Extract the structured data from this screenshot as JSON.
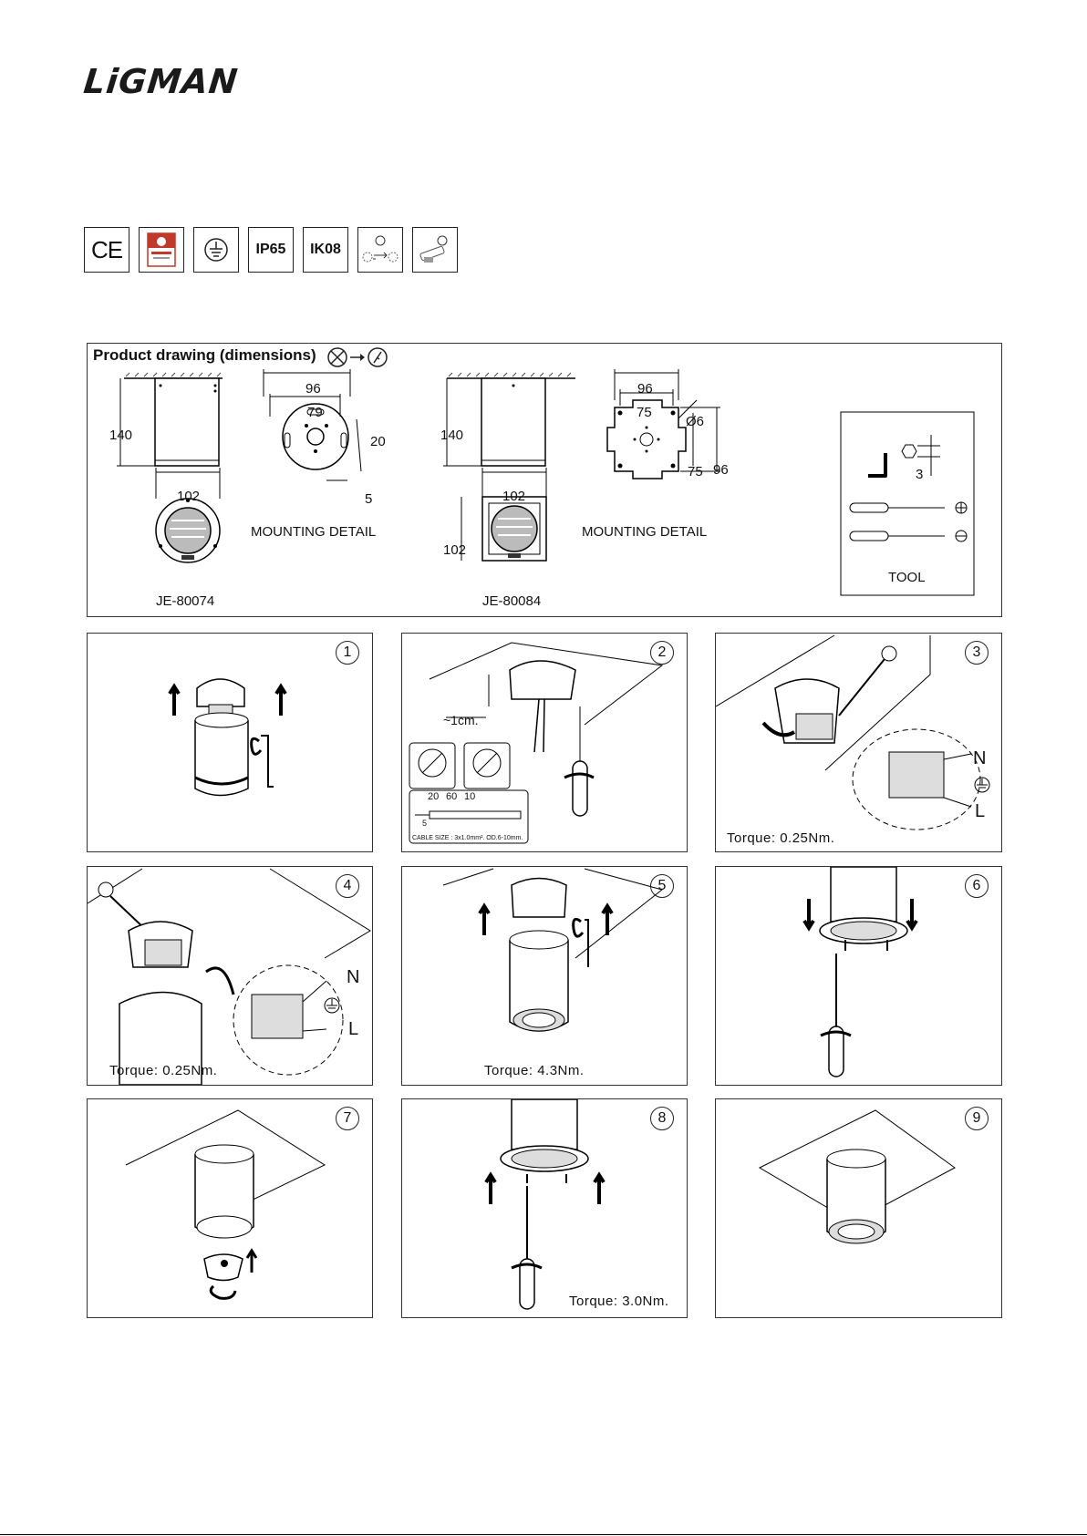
{
  "brand": {
    "logo_text": "LiGMAN"
  },
  "certifications": [
    {
      "label": "CE",
      "icon": "ce-mark-icon"
    },
    {
      "label": "",
      "icon": "quality-cert-icon"
    },
    {
      "label": "",
      "icon": "earth-ground-icon"
    },
    {
      "label": "IP65",
      "icon": "ip65-icon"
    },
    {
      "label": "IK08",
      "icon": "ik08-icon"
    },
    {
      "label": "",
      "icon": "interchangeable-lamp-icon"
    },
    {
      "label": "",
      "icon": "driver-icon"
    }
  ],
  "product_drawing": {
    "title": "Product drawing (dimensions)",
    "round_model": {
      "name": "JE-80074",
      "height": "140",
      "diameter": "102",
      "mount_outer": "96",
      "mount_inner": "79",
      "slot_width": "20",
      "slot_depth": "5",
      "mount_label": "MOUNTING DETAIL"
    },
    "square_model": {
      "name": "JE-80084",
      "height": "140",
      "width": "102",
      "depth": "102",
      "mount_outer": "96",
      "mount_inner": "75",
      "hole": "Ø6",
      "mount_v_inner": "75",
      "mount_v_outer": "96",
      "mount_label": "MOUNTING DETAIL"
    },
    "tool": {
      "label": "TOOL",
      "hex_size": "3"
    }
  },
  "steps": [
    {
      "num": "1",
      "torque": ""
    },
    {
      "num": "2",
      "torque": "",
      "gap": "~1cm.",
      "strip": [
        "20",
        "60",
        "10"
      ],
      "strip_small": "5",
      "cable": "CABLE SIZE : 3x1.0mm². OD.6-10mm."
    },
    {
      "num": "3",
      "torque": "Torque: 0.25Nm.",
      "labels": [
        "N",
        "L"
      ]
    },
    {
      "num": "4",
      "torque": "Torque: 0.25Nm.",
      "labels": [
        "N",
        "L"
      ]
    },
    {
      "num": "5",
      "torque": "Torque: 4.3Nm."
    },
    {
      "num": "6",
      "torque": ""
    },
    {
      "num": "7",
      "torque": ""
    },
    {
      "num": "8",
      "torque": "Torque: 3.0Nm."
    },
    {
      "num": "9",
      "torque": ""
    }
  ]
}
